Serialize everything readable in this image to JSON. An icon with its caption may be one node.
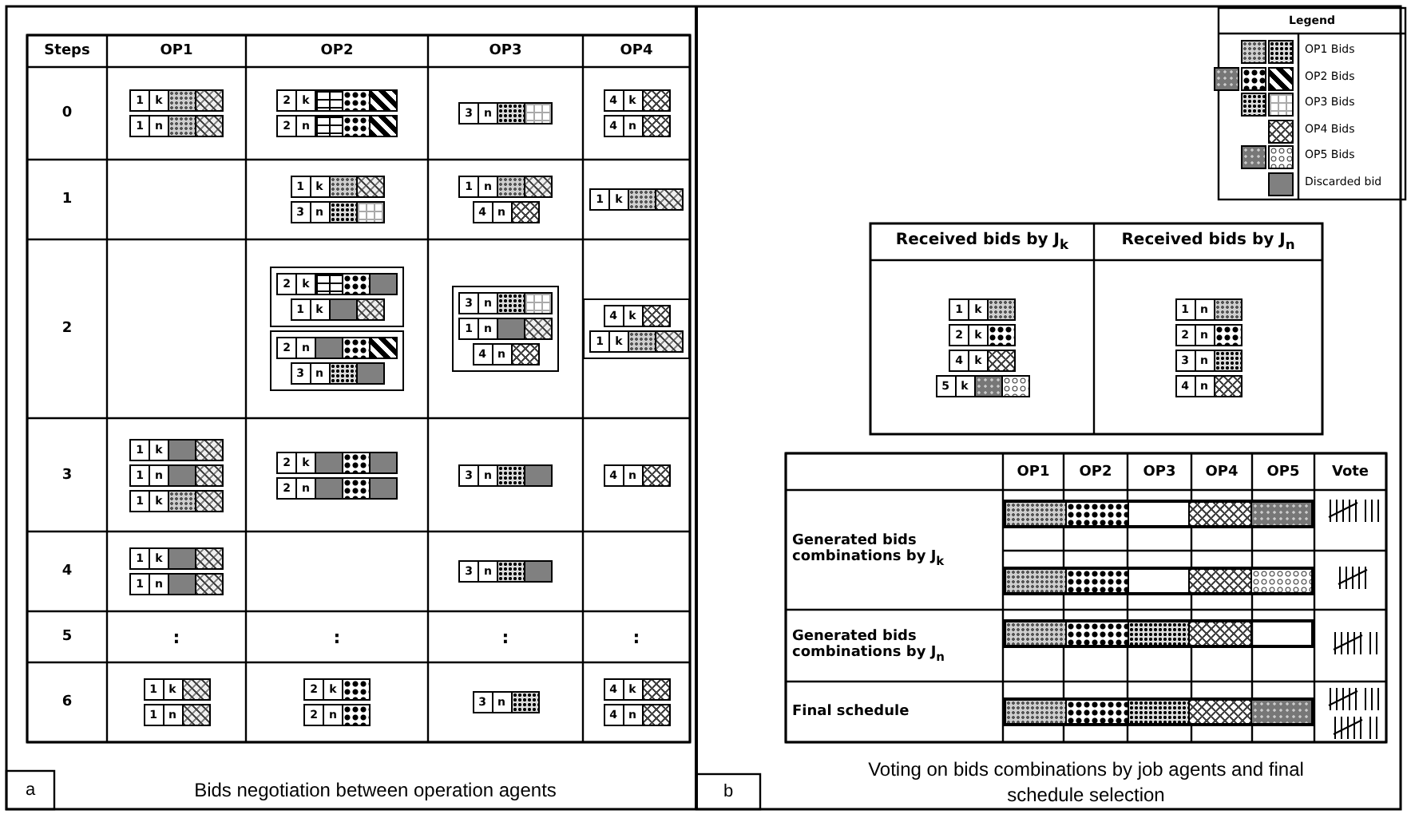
{
  "diagram": {
    "nodes": [
      {
        "text": [
          "1",
          "k"
        ]
      },
      {
        "text": [
          "1",
          "n"
        ]
      },
      {
        "text": [
          "2",
          "k"
        ]
      },
      {
        "text": [
          "2",
          "n"
        ]
      },
      {
        "text": [
          "3",
          "n"
        ]
      },
      {
        "text": [
          "4",
          "k"
        ]
      },
      {
        "text": [
          "4",
          "n"
        ]
      },
      {
        "text": [
          "1",
          "k"
        ]
      },
      {
        "text": [
          "3",
          "n"
        ]
      },
      {
        "text": [
          "1",
          "n"
        ]
      },
      {
        "text": [
          "4",
          "n"
        ]
      },
      {
        "text": [
          "1",
          "k"
        ]
      },
      {
        "text": [],
        "shape": "box"
      },
      {
        "text": [
          "2",
          "k"
        ],
        "in": 12
      },
      {
        "text": [
          "1",
          "k"
        ],
        "in": 12
      },
      {
        "text": [],
        "shape": "box"
      },
      {
        "text": [
          "2",
          "n"
        ],
        "in": 15
      },
      {
        "text": [
          "3",
          "n"
        ],
        "in": 15
      },
      {
        "text": [],
        "shape": "box"
      },
      {
        "text": [
          "3",
          "n"
        ],
        "in": 18
      },
      {
        "text": [
          "1",
          "n"
        ],
        "in": 18
      },
      {
        "text": [
          "4",
          "n"
        ],
        "in": 18
      },
      {
        "text": [],
        "shape": "box"
      },
      {
        "text": [
          "4",
          "k"
        ],
        "in": 22
      },
      {
        "text": [
          "1",
          "k"
        ],
        "in": 22
      },
      {
        "text": [
          "1",
          "k"
        ]
      },
      {
        "text": [
          "1",
          "n"
        ]
      },
      {
        "text": [
          "1",
          "k"
        ]
      },
      {
        "text": [
          "2",
          "k"
        ]
      },
      {
        "text": [
          "2",
          "n"
        ]
      },
      {
        "text": [
          "3",
          "n"
        ]
      },
      {
        "text": [
          "4",
          "n"
        ]
      },
      {
        "text": [
          "1",
          "k"
        ]
      },
      {
        "text": [
          "1",
          "n"
        ]
      },
      {
        "text": [
          "3",
          "n"
        ]
      },
      {
        "text": [
          "1",
          "k"
        ]
      },
      {
        "text": [
          "1",
          "n"
        ]
      },
      {
        "text": [
          "2",
          "k"
        ]
      },
      {
        "text": [
          "2",
          "n"
        ]
      },
      {
        "text": [
          "3",
          "n"
        ]
      },
      {
        "text": [
          "4",
          "k"
        ]
      },
      {
        "text": [
          "4",
          "n"
        ]
      },
      {
        "text": [
          "1",
          "k"
        ]
      },
      {
        "text": [
          "2",
          "k"
        ]
      },
      {
        "text": [
          "4",
          "k"
        ]
      },
      {
        "text": [
          "5",
          "k"
        ]
      },
      {
        "text": [
          "1",
          "n"
        ]
      },
      {
        "text": [
          "2",
          "n"
        ]
      },
      {
        "text": [
          "3",
          "n"
        ]
      },
      {
        "text": [
          "4",
          "n"
        ]
      }
    ],
    "labels": [
      "Steps",
      "OP1",
      "OP2",
      "OP3",
      "OP4",
      "0",
      "1",
      "2",
      "3",
      "4",
      "5",
      ":",
      ":",
      ":",
      ":",
      "6",
      "a",
      "Bids negotiation between operation agents",
      "Legend",
      "Received bids by J$_{k}$",
      "Received bids by J$_{n}$",
      "OP1",
      "OP2",
      "OP3",
      "OP4",
      "OP5",
      "Vote",
      "Generated bids combinations by J$_{k}$",
      "Generated bids combinations by J$_{n}$",
      "Final schedule",
      "b",
      "Voting on bids combinations by job agents and final schedule selection"
    ],
    "legend": [
      {
        "text": "OP1 Bids"
      },
      {
        "text": "OP2 Bids"
      },
      {
        "text": "OP3 Bids"
      },
      {
        "text": "OP4 Bids"
      },
      {
        "text": "OP5 Bids"
      },
      {
        "text": "Discarded bid",
        "color": "#808080"
      }
    ]
  }
}
